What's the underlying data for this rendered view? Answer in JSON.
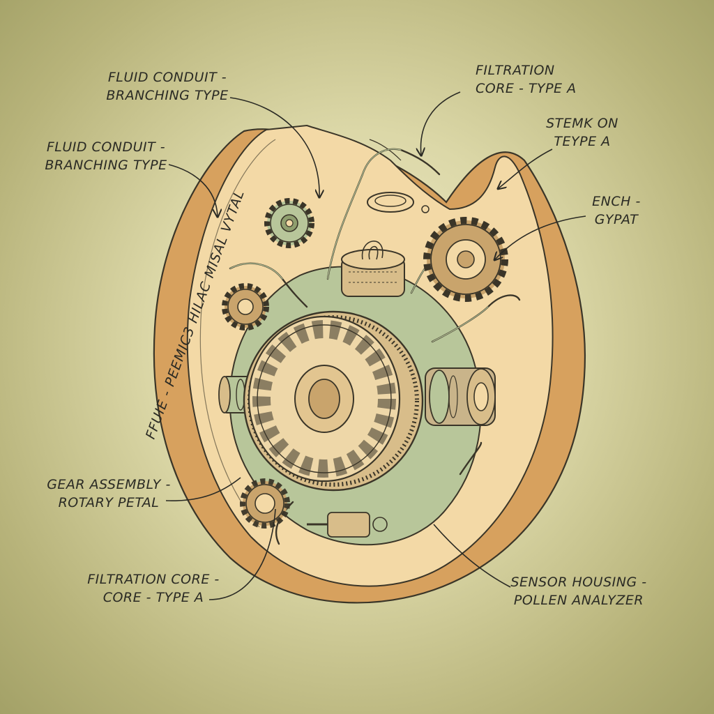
{
  "labels": {
    "fluid_conduit_top": [
      "FLUID CONDUIT -",
      "BRANCHING TYPE"
    ],
    "fluid_conduit_mid": [
      "FLUID CONDUIT -",
      "BRANCHING TYPE"
    ],
    "filtration_core_top": [
      "FILTRATION",
      "CORE - TYPE A"
    ],
    "stemk_on": [
      "STEMK ON",
      "TEYPE A"
    ],
    "ench_gypat": [
      "ENCH -",
      "GYPAT"
    ],
    "vertical_text": "FFUIE - PEEMIC3 HILAC MISAL VYTAL",
    "gear_assembly": [
      "GEAR ASSEMBLY -",
      "ROTARY PETAL"
    ],
    "filtration_core_bottom": [
      "FILTRATION CORE -",
      "CORE  -  TYPE A"
    ],
    "sensor_housing": [
      "SENSOR HOUSING -",
      "POLLEN ANALYZER"
    ]
  },
  "colors": {
    "outer_rind": "#d7a15e",
    "inner_flesh": "#f3d9a6",
    "core_green": "#b8c69a",
    "gear_tan": "#c9a46c",
    "ink": "#3a3528"
  }
}
